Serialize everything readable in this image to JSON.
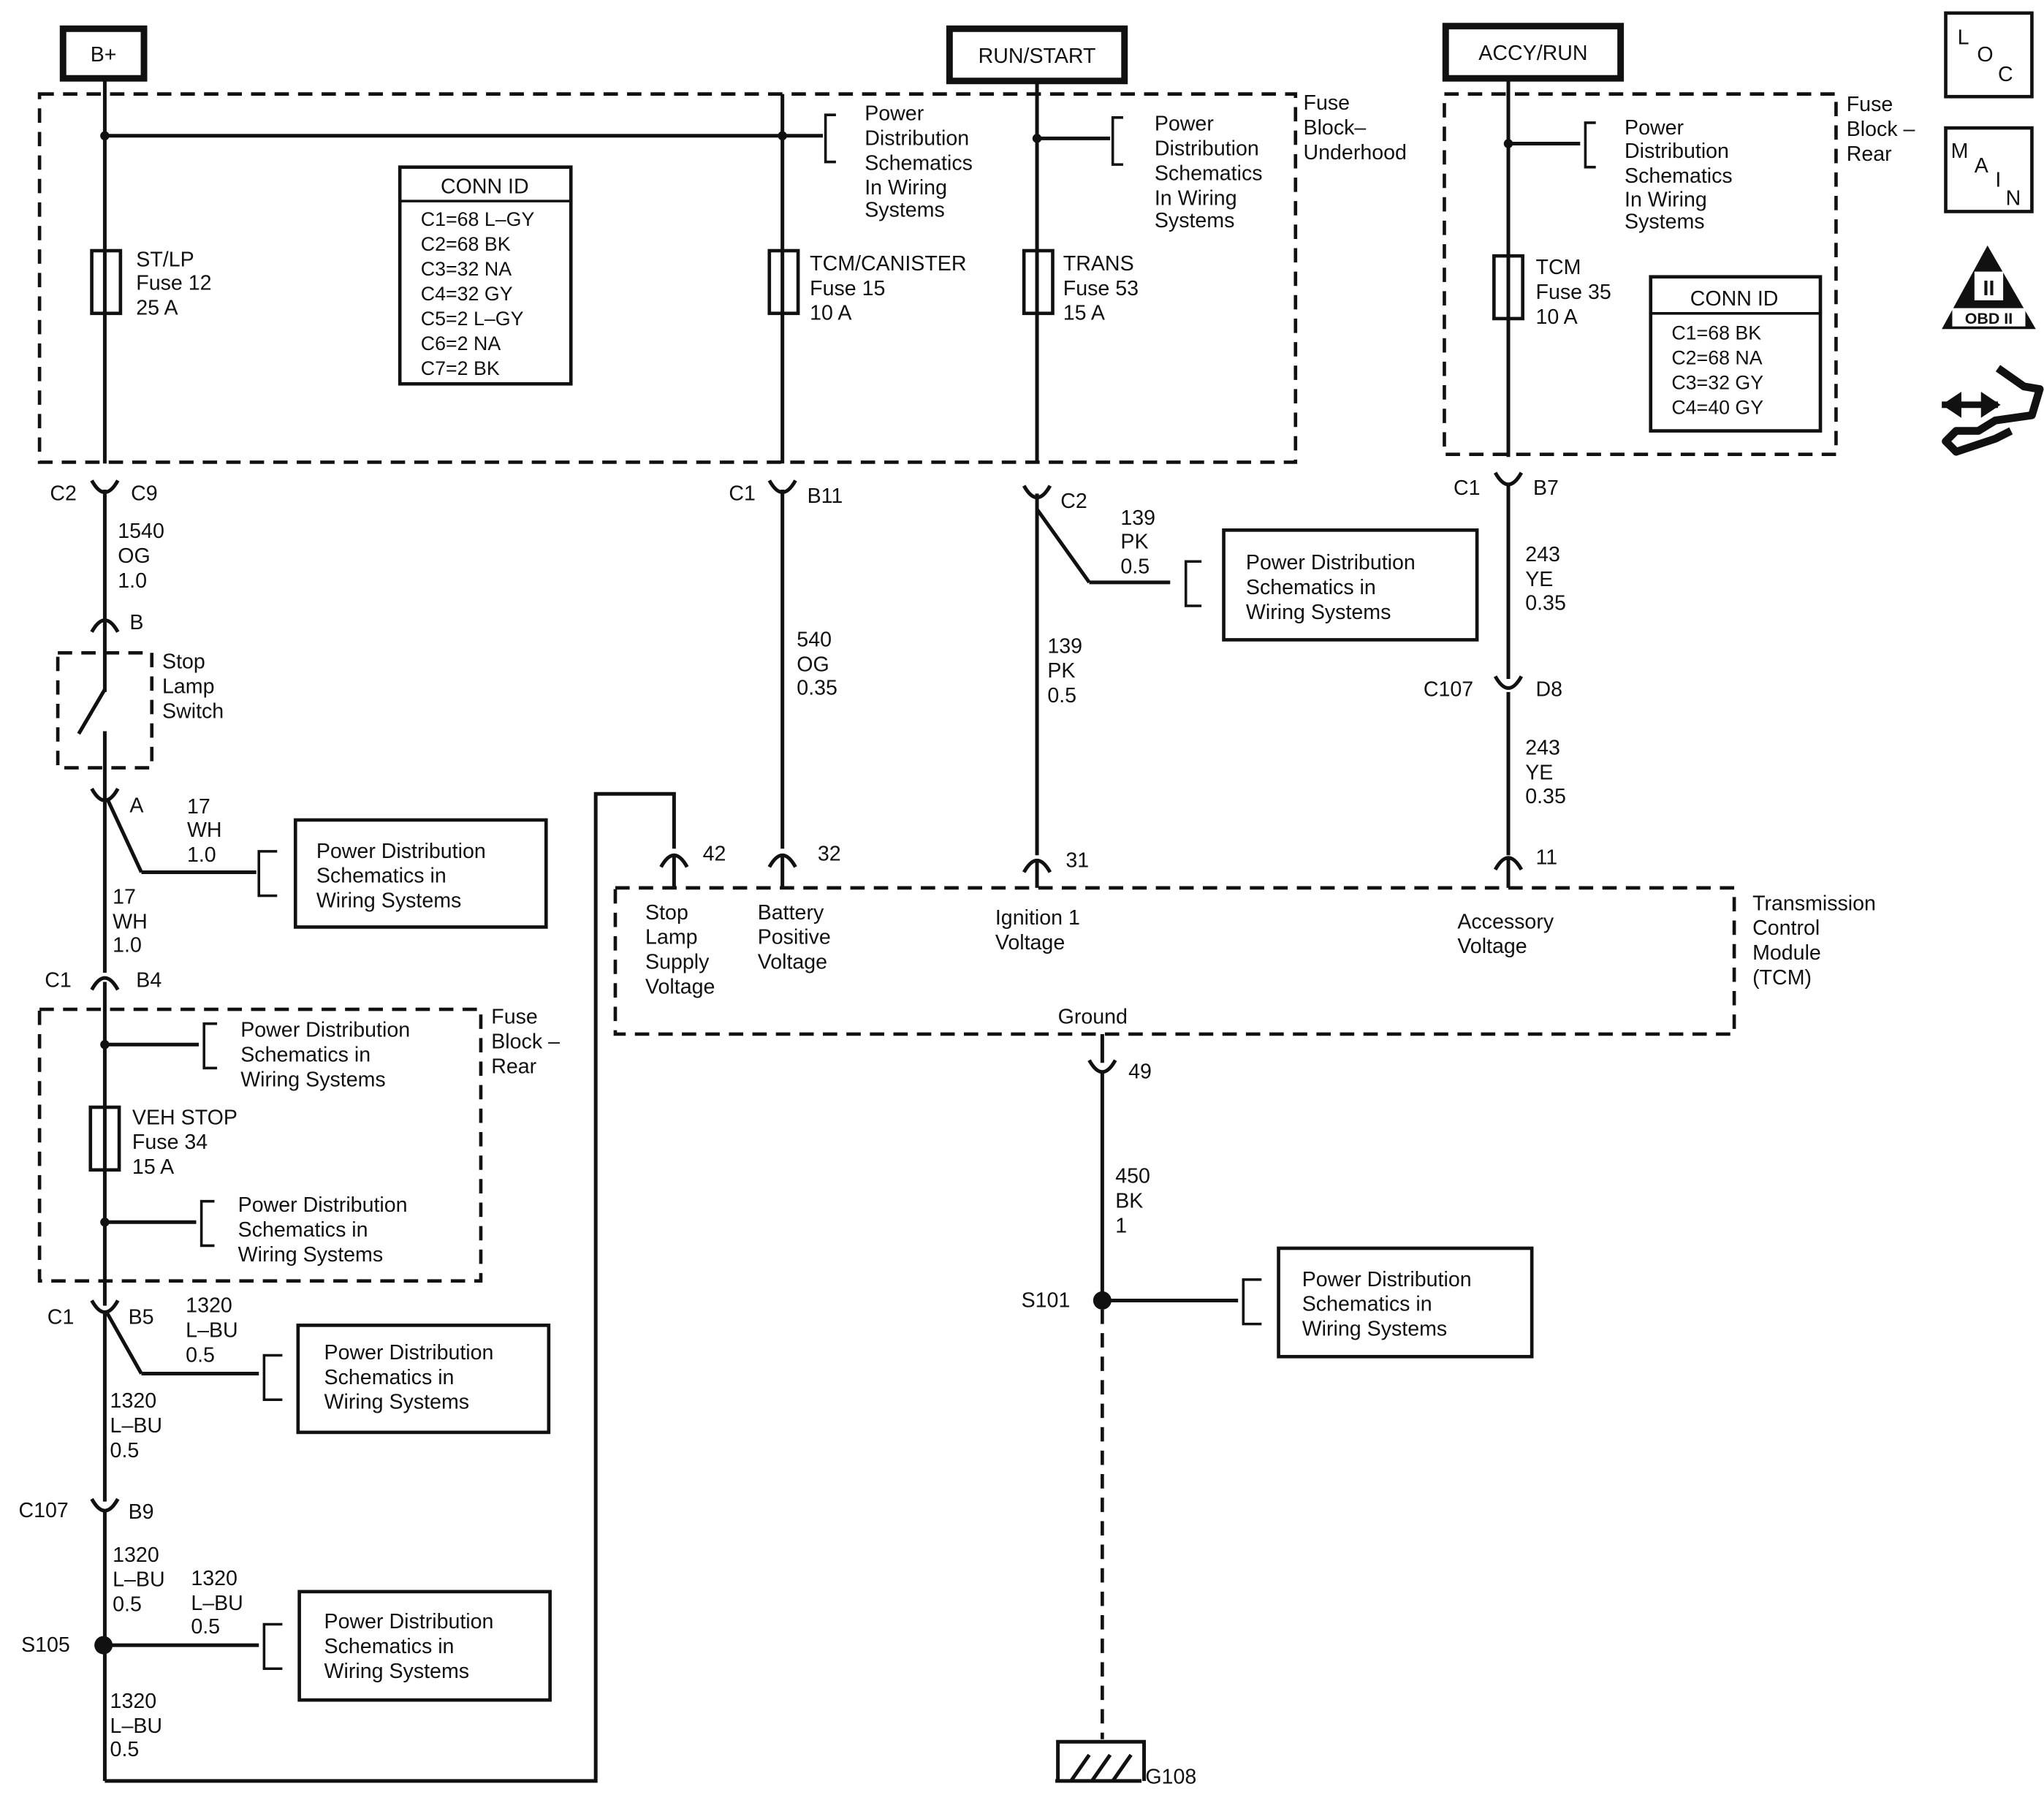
{
  "supplies": {
    "bplus": "B+",
    "run_start": "RUN/START",
    "accy_run": "ACCY/RUN"
  },
  "badges": {
    "loc": [
      "L",
      "O",
      "C"
    ],
    "main": [
      "M",
      "A",
      "I",
      "N"
    ],
    "obd": {
      "numeral": "II",
      "label": "OBD II"
    }
  },
  "fuse_block_underhood": {
    "label": [
      "Fuse",
      "Block–",
      "Underhood"
    ],
    "conn_id": {
      "title": "CONN ID",
      "rows": [
        "C1=68 L–GY",
        "C2=68 BK",
        "C3=32 NA",
        "C4=32 GY",
        "C5=2 L–GY",
        "C6=2 NA",
        "C7=2 BK"
      ]
    },
    "fuses": [
      [
        "ST/LP",
        "Fuse 12",
        "25 A"
      ],
      [
        "TCM/CANISTER",
        "Fuse 15",
        "10 A"
      ],
      [
        "TRANS",
        "Fuse 53",
        "15 A"
      ]
    ]
  },
  "fuse_block_rear_top": {
    "label": [
      "Fuse",
      "Block –",
      "Rear"
    ],
    "conn_id": {
      "title": "CONN ID",
      "rows": [
        "C1=68 BK",
        "C2=68 NA",
        "C3=32 GY",
        "C4=40 GY"
      ]
    },
    "fuse": [
      "TCM",
      "Fuse 35",
      "10 A"
    ]
  },
  "fuse_block_rear_bottom": {
    "label": [
      "Fuse",
      "Block –",
      "Rear"
    ],
    "fuse": [
      "VEH STOP",
      "Fuse 34",
      "15 A"
    ]
  },
  "pds": {
    "four_line": [
      "Power",
      "Distribution",
      "Schematics",
      "In Wiring",
      "Systems"
    ],
    "three_line": [
      "Power Distribution",
      "Schematics in",
      "Wiring Systems"
    ]
  },
  "switch": [
    "Stop",
    "Lamp",
    "Switch"
  ],
  "connectors": {
    "c2": "C2",
    "c9": "C9",
    "c1": "C1",
    "b11": "B11",
    "c2b": "C2",
    "b7": "B7",
    "b": "B",
    "a": "A",
    "b4": "B4",
    "b5": "B5",
    "c107": "C107",
    "b9": "B9",
    "d8": "D8"
  },
  "wires": {
    "w1540": [
      "1540",
      "OG",
      "1.0"
    ],
    "w17": [
      "17",
      "WH",
      "1.0"
    ],
    "w1320": [
      "1320",
      "L–BU",
      "0.5"
    ],
    "w540": [
      "540",
      "OG",
      "0.35"
    ],
    "w139": [
      "139",
      "PK",
      "0.5"
    ],
    "w243": [
      "243",
      "YE",
      "0.35"
    ],
    "w450": [
      "450",
      "BK",
      "1"
    ]
  },
  "splices": {
    "s105": "S105",
    "s101": "S101",
    "g108": "G108"
  },
  "tcm": {
    "label": [
      "Transmission",
      "Control",
      "Module",
      "(TCM)"
    ],
    "pins": [
      "42",
      "32",
      "31",
      "11",
      "49"
    ],
    "stop": [
      "Stop",
      "Lamp",
      "Supply",
      "Voltage"
    ],
    "batt": [
      "Battery",
      "Positive",
      "Voltage"
    ],
    "ign": [
      "Ignition 1",
      "Voltage"
    ],
    "acc": [
      "Accessory",
      "Voltage"
    ],
    "ground": "Ground"
  }
}
